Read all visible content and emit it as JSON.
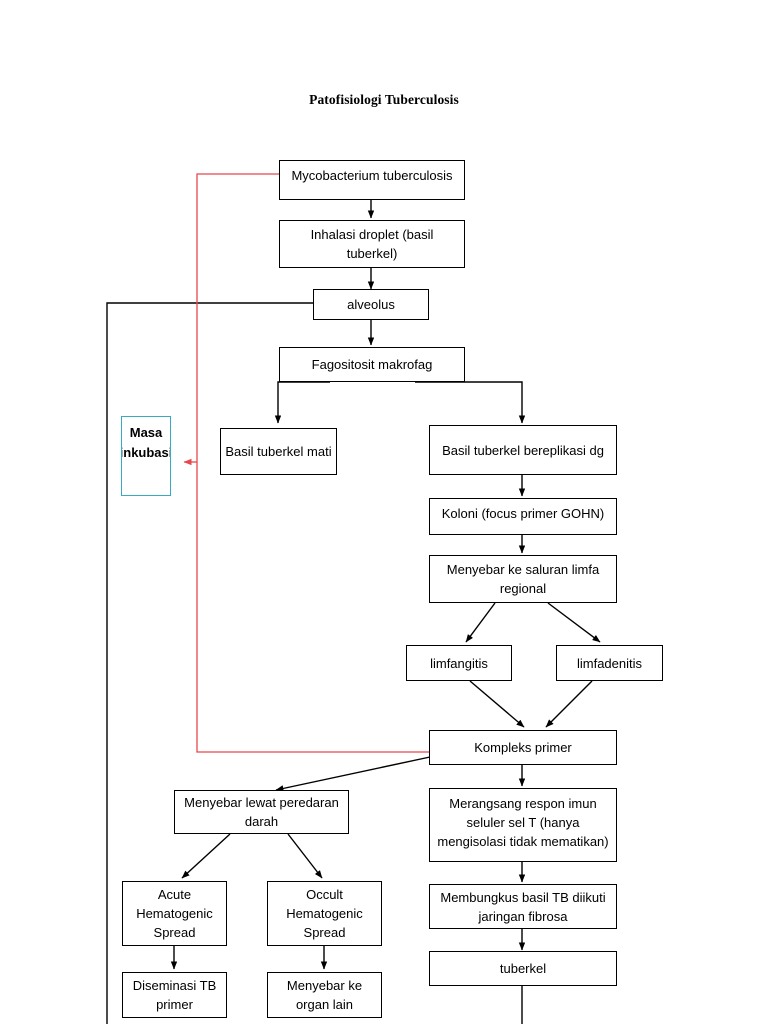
{
  "title": "Patofisiologi Tuberculosis",
  "colors": {
    "edge": "#000000",
    "red_edge": "#e8474c",
    "incubasi_border": "#3aa9c4",
    "node_border": "#000000",
    "background": "#ffffff"
  },
  "nodes": [
    {
      "id": "mycobacterium",
      "label": "Mycobacterium tuberculosis"
    },
    {
      "id": "inhalasi",
      "label": "Inhalasi droplet (basil tuberkel)"
    },
    {
      "id": "alveolus",
      "label": "alveolus"
    },
    {
      "id": "fagositosit",
      "label": "Fagositosit makrofag"
    },
    {
      "id": "basil-mati",
      "label": "Basil tuberkel mati"
    },
    {
      "id": "basil-replikasi",
      "label": "Basil tuberkel bereplikasi dg"
    },
    {
      "id": "koloni",
      "label": "Koloni (focus primer GOHN)"
    },
    {
      "id": "menyebar-limfa",
      "label": "Menyebar ke saluran limfa regional"
    },
    {
      "id": "limfangitis",
      "label": "limfangitis"
    },
    {
      "id": "limfadenitis",
      "label": "limfadenitis"
    },
    {
      "id": "kompleks-primer",
      "label": "Kompleks primer"
    },
    {
      "id": "masa-inkubasi",
      "label": "Masa inkubasi"
    },
    {
      "id": "menyebar-darah",
      "label": "Menyebar lewat peredaran darah"
    },
    {
      "id": "acute-hematogenic",
      "label": "Acute Hematogenic Spread"
    },
    {
      "id": "occult-hematogenic",
      "label": "Occult Hematogenic Spread"
    },
    {
      "id": "diseminasi",
      "label": "Diseminasi TB primer"
    },
    {
      "id": "menyebar-organ",
      "label": "Menyebar ke organ lain"
    },
    {
      "id": "merangsang",
      "label": "Merangsang respon imun seluler sel T (hanya mengisolasi tidak mematikan)"
    },
    {
      "id": "membungkus",
      "label": "Membungkus basil TB diikuti jaringan fibrosa"
    },
    {
      "id": "tuberkel",
      "label": "tuberkel"
    }
  ]
}
